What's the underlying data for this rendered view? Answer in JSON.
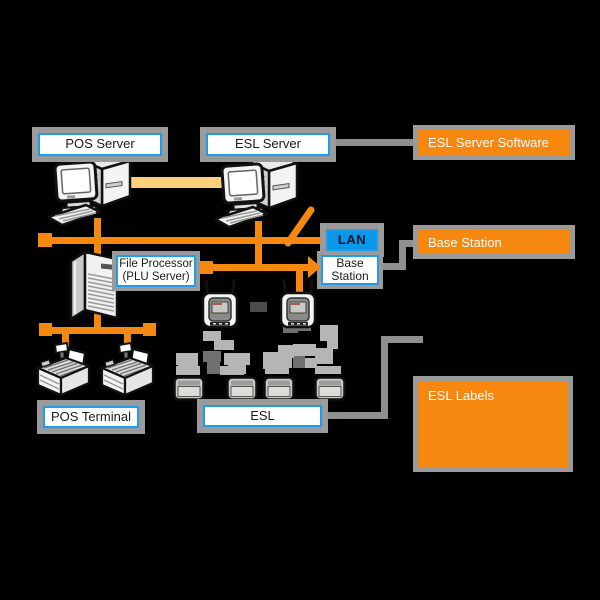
{
  "diagram_title": "ESL system architecture diagram",
  "nodes": {
    "pos_server": {
      "label": "POS    Server"
    },
    "esl_server": {
      "label": "ESL Server"
    },
    "file_processor": {
      "label": "File Processor\n(PLU Server)"
    },
    "lan": {
      "label": "LAN"
    },
    "base_station": {
      "label": "Base\nStation"
    },
    "pos_terminal": {
      "label": "POS Terminal"
    },
    "esl": {
      "label": "ESL"
    }
  },
  "annotations": {
    "esl_server_software": {
      "label": "ESL Server Software"
    },
    "base_station": {
      "label": "Base Station"
    },
    "esl_labels": {
      "label": "ESL Labels"
    }
  },
  "icons": {
    "desktop_computer": "desktop-computer-icon",
    "tower_server": "tower-server-icon",
    "wireless_base_station": "wireless-base-station-icon",
    "cash_register": "pos-terminal-icon",
    "esl_tag": "esl-tag-icon",
    "radio_signal": "radio-signal-pixels"
  },
  "colors": {
    "background": "#000000",
    "line_orange": "#F6870F",
    "pale_orange_band": "#FFCF80",
    "annotation_orange": "#F6870F",
    "label_border_blue": "#1E9BE9",
    "lan_fill": "#0A97E8",
    "gray_band": "#9A9A9A",
    "connector_gray": "#8F8F8F",
    "text_dark": "#1A1A1A",
    "text_light": "#FFFFFF"
  }
}
